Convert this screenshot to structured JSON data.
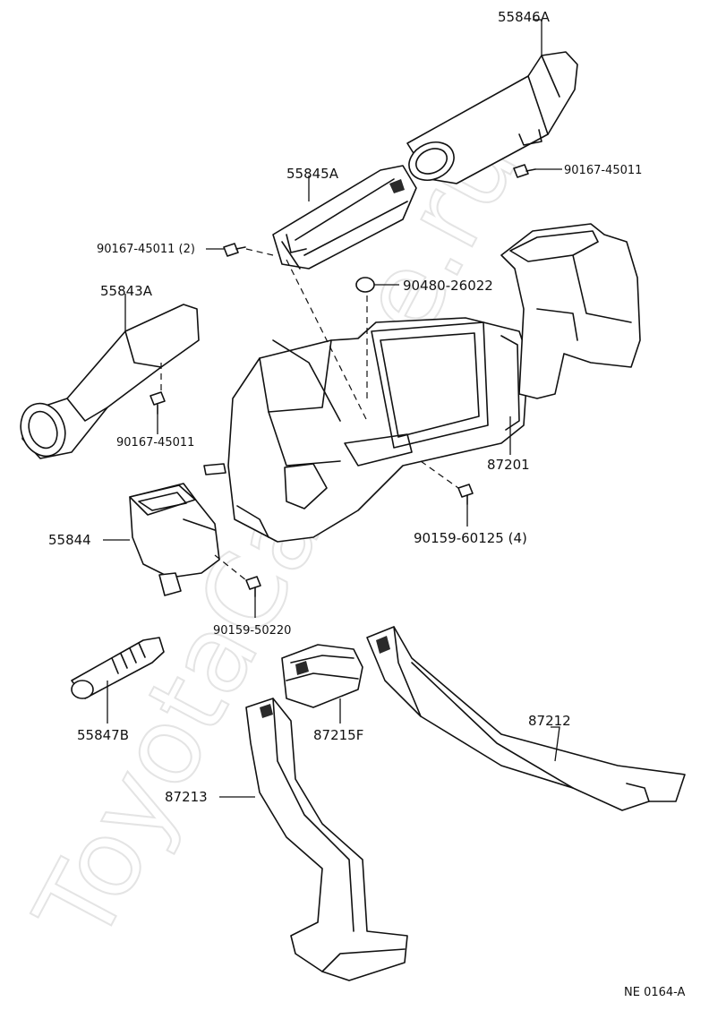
{
  "watermark": "ToyotaCarinae.ru",
  "footer_code": "NE  0164-A",
  "labels": {
    "p55846a": "55846A",
    "p55845a": "55845A",
    "p55843a": "55843A",
    "p55844": "55844",
    "p55847b": "55847B",
    "p87201": "87201",
    "p87212": "87212",
    "p87213": "87213",
    "p87215f": "87215F",
    "p90167_top": "90167-45011",
    "p90167_mid": "90167-45011 (2)",
    "p90167_left": "90167-45011",
    "p90480": "90480-26022",
    "p90159_60125": "90159-60125 (4)",
    "p90159_50220": "90159-50220"
  }
}
